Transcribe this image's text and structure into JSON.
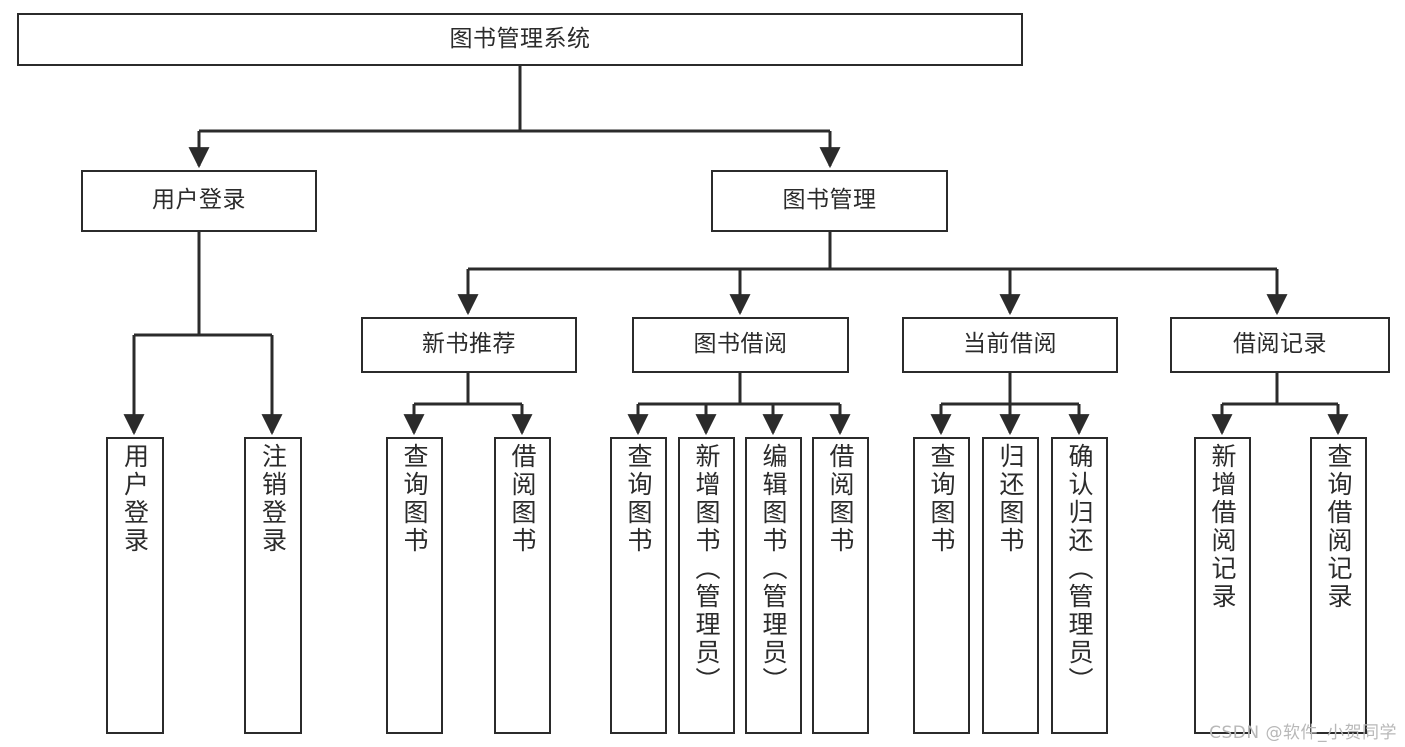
{
  "diagram": {
    "title": "图书管理系统",
    "type": "tree-hierarchy-chart",
    "colors": {
      "box_border": "#2b2b2b",
      "box_fill": "#ffffff",
      "connector": "#2b2b2b",
      "background": "#ffffff",
      "watermark": "#b8b8b8"
    },
    "root": {
      "label": "图书管理系统"
    },
    "level2": [
      {
        "label": "用户登录"
      },
      {
        "label": "图书管理"
      }
    ],
    "level3": [
      {
        "label": "新书推荐"
      },
      {
        "label": "图书借阅"
      },
      {
        "label": "当前借阅"
      },
      {
        "label": "借阅记录"
      }
    ],
    "leaves": {
      "user_login": [
        {
          "label": "用户登录"
        },
        {
          "label": "注销登录"
        }
      ],
      "new_book_recommend": [
        {
          "label": "查询图书"
        },
        {
          "label": "借阅图书"
        }
      ],
      "book_borrow": [
        {
          "label": "查询图书"
        },
        {
          "label": "新增图书（管理员）"
        },
        {
          "label": "编辑图书（管理员）"
        },
        {
          "label": "借阅图书"
        }
      ],
      "current_borrow": [
        {
          "label": "查询图书"
        },
        {
          "label": "归还图书"
        },
        {
          "label": "确认归还（管理员）"
        }
      ],
      "borrow_record": [
        {
          "label": "新增借阅记录"
        },
        {
          "label": "查询借阅记录"
        }
      ]
    },
    "watermark": "CSDN @软件_小贺同学"
  }
}
